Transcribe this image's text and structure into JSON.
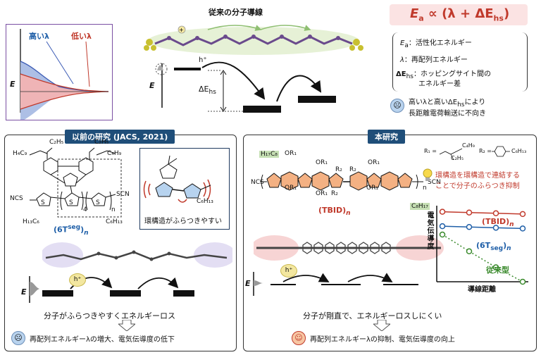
{
  "top": {
    "title": "従来の分子導線",
    "energy_chart": {
      "label_high": "高いλ",
      "label_low": "低いλ",
      "e_label": "E"
    },
    "hopping": {
      "e_label": "E",
      "hole": "h⁺",
      "delta": "ΔE",
      "delta_sub": "hs"
    },
    "formula": "E",
    "formula_sub": "a",
    "formula_rest": " ∝ (λ + ΔE",
    "formula_sub2": "hs",
    "formula_end": ")",
    "legend": {
      "ea": "E",
      "ea_sub": "a",
      "ea_text": "：活性化エネルギー",
      "lam": "λ",
      "lam_text": "：再配列エネルギー",
      "dehs": "ΔE",
      "dehs_sub": "hs",
      "dehs_text1": "：ホッピングサイト間の",
      "dehs_text2": "エネルギー差"
    },
    "conclusion1": "高いλと高いΔE",
    "conclusion_sub": "hs",
    "conclusion2": "により",
    "conclusion3": "長距離電荷輸送に不向き"
  },
  "left_panel": {
    "tag": "以前の研究 (JACS, 2021)",
    "mol_label": "(6T",
    "mol_sup": "seg",
    "mol_end": ")",
    "mol_n": "n",
    "c2h5_a": "C₂H₅",
    "c4h9_a": "H₄C₉",
    "c2h5_b": "C₂H₅",
    "c4h9_b": "C₄H₉",
    "ncs": "NCS",
    "scn": "SCN",
    "c6h13_a": "H₁₃C₆",
    "c6h13_b": "C₆H₁₃",
    "sub4": "4",
    "subn": "n",
    "s": "S",
    "inset_c6": "C₆H₁₃",
    "inset_text": "環構造がふらつきやすい",
    "e_label": "E",
    "hole": "h⁺",
    "caption": "分子がふらつきやすくエネルギーロス",
    "result": "再配列エネルギーλの増大、電気伝導度の低下"
  },
  "right_panel": {
    "tag": "本研究",
    "h17c8": "H₁₇C₈",
    "c8h17": "C₈H₁₇",
    "or1": "OR₁",
    "r2": "R₂",
    "ncs": "NCS",
    "scn": "SCN",
    "n": "n",
    "r1_def": "R₁ =",
    "r2_def": "R₂ =",
    "c4h9": "C₄H₉",
    "c2h5": "C₂H₅",
    "c6h13": "C₆H₁₃",
    "mol_label": "(TBID)",
    "mol_n": "n",
    "tip1": "環構造を環構造で連結する",
    "tip2": "ことで分子のふらつき抑制",
    "e_label": "E",
    "hole": "h⁺",
    "caption": "分子が剛直で、エネルギーロスしにくい",
    "result": "再配列エネルギーλの抑制、電気伝導度の向上"
  },
  "chart_data": {
    "type": "line",
    "xlabel": "導線距離",
    "ylabel": "電気伝導度",
    "x": [
      0,
      1,
      2,
      3
    ],
    "ylim": [
      0,
      10
    ],
    "series": [
      {
        "name": "(TBID)n",
        "values": [
          9.2,
          9.1,
          9.0,
          8.9
        ],
        "color": "#c0392b"
      },
      {
        "name": "(6Tseg)n",
        "values": [
          7.3,
          7.2,
          7.1,
          7.0
        ],
        "color": "#1f5fa8"
      },
      {
        "name": "従来型",
        "values": [
          6.2,
          4.0,
          1.9,
          0.0
        ],
        "color": "#3a8a2c"
      }
    ]
  }
}
